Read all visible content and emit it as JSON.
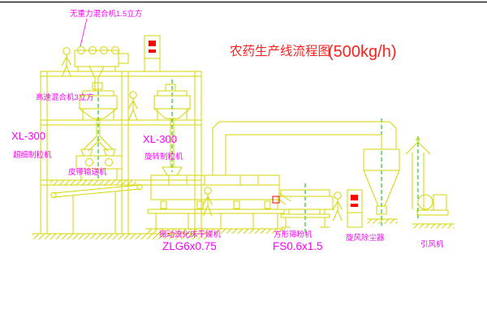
{
  "diagram": {
    "title_main": "农药生产线流程图",
    "title_capacity": "(500kg/h)",
    "labels": {
      "gravity_free_mixer": "无重力混合机1.5立方",
      "high_speed_mixer": "高速混合机3立方",
      "granulator_left_model": "XL-300",
      "granulator_left_name": "超细制粒机",
      "granulator_center_model": "XL-300",
      "granulator_center_name": "旋转制粒机",
      "belt_conveyor": "皮带输送机",
      "fluid_bed_dryer_name": "振动流化床干燥机",
      "fluid_bed_dryer_model": "ZLG6x0.75",
      "square_sieve_name": "方形筛粉机",
      "square_sieve_model": "FS0.6x1.5",
      "cyclone_dust_collector": "旋风除尘器",
      "induced_draft_fan": "引风机"
    },
    "colors": {
      "equipment_line": "#d6d600",
      "centerline_green": "#00b400",
      "label_magenta": "#ff00ff",
      "title_red": "#ff2020",
      "accent_red": "#ff0000",
      "background": "#ffffff"
    }
  }
}
